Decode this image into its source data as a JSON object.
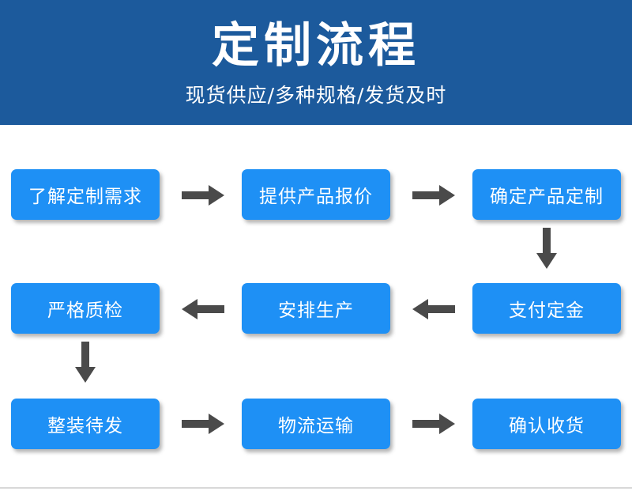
{
  "header": {
    "title": "定制流程",
    "subtitle": "现货供应/多种规格/发货及时"
  },
  "steps": [
    {
      "label": "了解定制需求"
    },
    {
      "label": "提供产品报价"
    },
    {
      "label": "确定产品定制"
    },
    {
      "label": "支付定金"
    },
    {
      "label": "安排生产"
    },
    {
      "label": "严格质检"
    },
    {
      "label": "整装待发"
    },
    {
      "label": "物流运输"
    },
    {
      "label": "确认收货"
    }
  ],
  "colors": {
    "header_bg": "#1c5a9c",
    "step_bg": "#1e90f5",
    "arrow": "#4a4a4a",
    "text": "#ffffff"
  }
}
